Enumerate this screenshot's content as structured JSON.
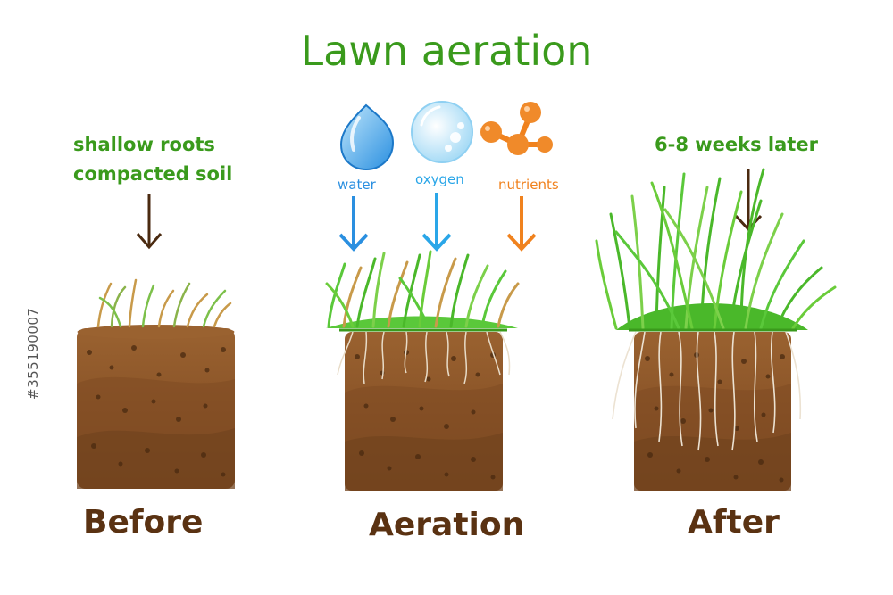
{
  "title": "Lawn aeration",
  "before": {
    "note_line1": "shallow roots",
    "note_line2": "compacted soil",
    "label": "Before"
  },
  "aeration": {
    "label": "Aeration",
    "inputs": [
      {
        "label": "water",
        "icon": "water-drop-icon",
        "color": "#2a8fe0"
      },
      {
        "label": "oxygen",
        "icon": "oxygen-bubble-icon",
        "color": "#2aa6e8"
      },
      {
        "label": "nutrients",
        "icon": "molecule-icon",
        "color": "#f0821e"
      }
    ]
  },
  "after": {
    "note": "6-8 weeks later",
    "label": "After"
  },
  "watermark_id": "#355190007",
  "colors": {
    "title": "#3a9a1c",
    "soil": "#8a5428",
    "soil_dark": "#6b3f1c",
    "grass": "#3fbf2a",
    "label_brown": "#5a3212",
    "arrow_brown": "#4a2a10"
  }
}
